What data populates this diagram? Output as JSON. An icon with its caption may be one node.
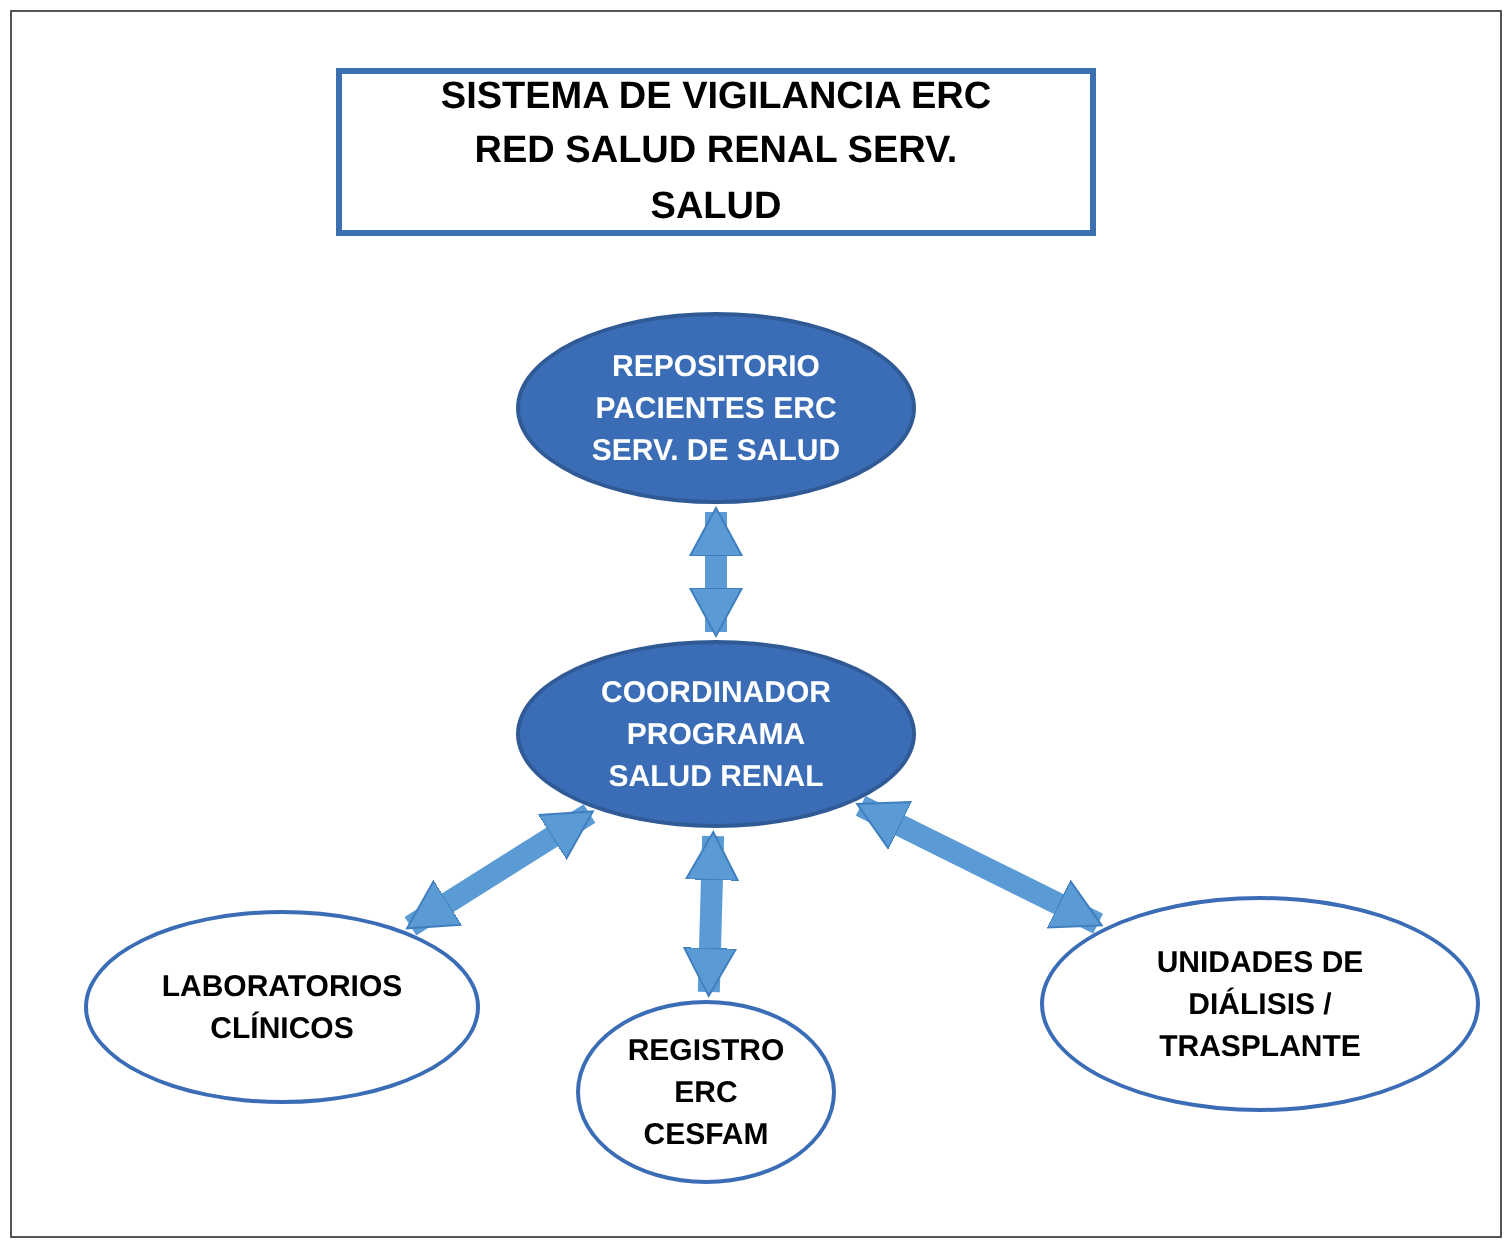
{
  "diagram": {
    "title": "SISTEMA DE VIGILANCIA ERC RED SALUD RENAL SERV. SALUD",
    "nodes": [
      {
        "text": [
          "REPOSITORIO PACIENTES ERC SERV. DE SALUD"
        ]
      },
      {
        "text": [
          "COORDINADOR PROGRAMA SALUD RENAL"
        ]
      },
      {
        "text": [
          "LABORATORIOS CLÍNICOS"
        ]
      },
      {
        "text": [
          "REGISTRO ERC CESFAM"
        ]
      },
      {
        "text": [
          "UNIDADES DE DIÁLISIS / TRASPLANTE"
        ]
      }
    ],
    "edges": [
      {
        "from": 0,
        "to": 1,
        "arrow": "both"
      },
      {
        "from": 1,
        "to": 2,
        "arrow": "both"
      },
      {
        "from": 1,
        "to": 3,
        "arrow": "both"
      },
      {
        "from": 1,
        "to": 4,
        "arrow": "both"
      }
    ]
  }
}
